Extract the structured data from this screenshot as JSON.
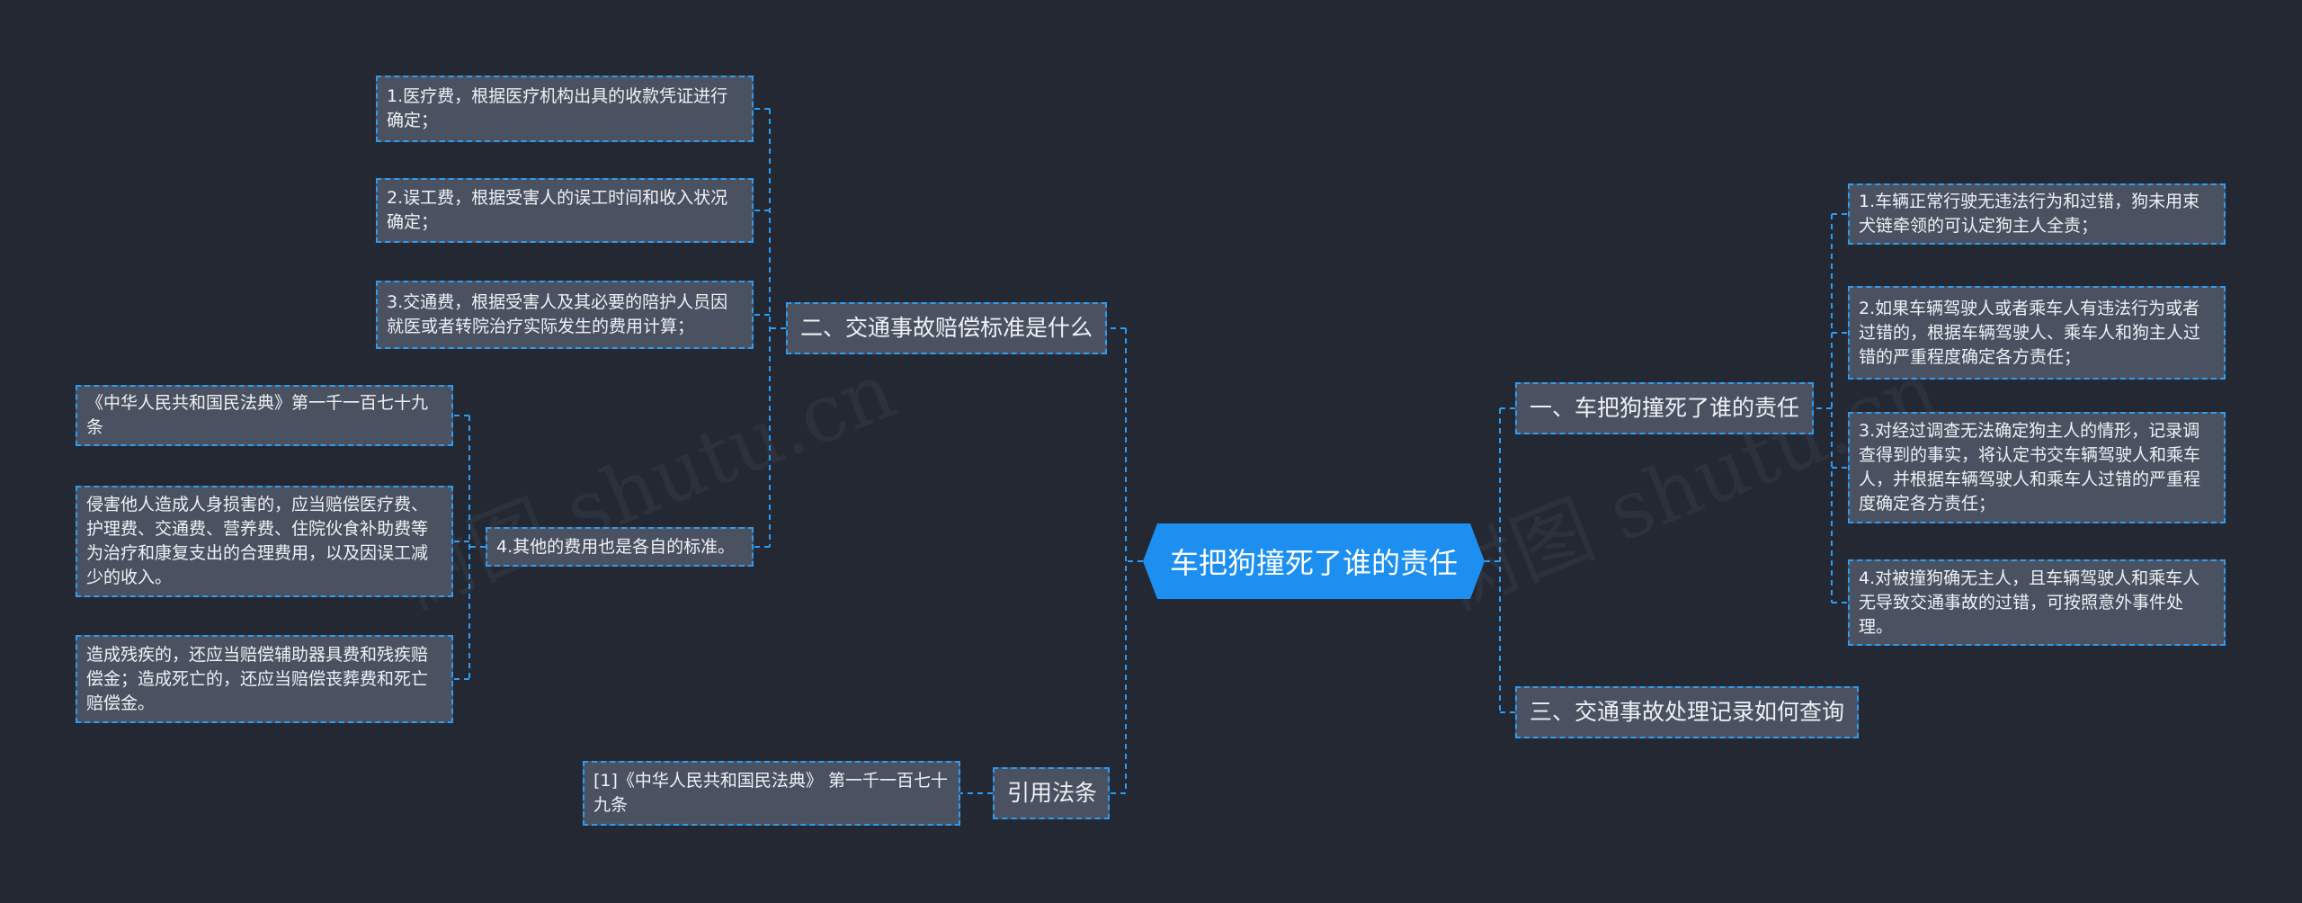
{
  "watermark": "树图 shutu.cn",
  "root": "车把狗撞死了谁的责任",
  "left": {
    "branch_compensation": {
      "label": "二、交通事故赔偿标准是什么",
      "items": [
        "1.医疗费，根据医疗机构出具的收款凭证进行确定；",
        "2.误工费，根据受害人的误工时间和收入状况确定；",
        "3.交通费，根据受害人及其必要的陪护人员因就医或者转院治疗实际发生的费用计算；",
        "4.其他的费用也是各自的标准。"
      ],
      "item4_children": [
        "《中华人民共和国民法典》第一千一百七十九条",
        "侵害他人造成人身损害的，应当赔偿医疗费、护理费、交通费、营养费、住院伙食补助费等为治疗和康复支出的合理费用，以及因误工减少的收入。",
        "造成残疾的，还应当赔偿辅助器具费和残疾赔偿金；造成死亡的，还应当赔偿丧葬费和死亡赔偿金。"
      ]
    },
    "branch_law": {
      "label": "引用法条",
      "items": [
        "[1]《中华人民共和国民法典》 第一千一百七十九条"
      ]
    }
  },
  "right": {
    "branch_responsibility": {
      "label": "一、车把狗撞死了谁的责任",
      "items": [
        "1.车辆正常行驶无违法行为和过错，狗未用束犬链牵领的可认定狗主人全责；",
        "2.如果车辆驾驶人或者乘车人有违法行为或者过错的，根据车辆驾驶人、乘车人和狗主人过错的严重程度确定各方责任；",
        "3.对经过调查无法确定狗主人的情形，记录调查得到的事实，将认定书交车辆驾驶人和乘车人，并根据车辆驾驶人和乘车人过错的严重程度确定各方责任；",
        "4.对被撞狗确无主人，且车辆驾驶人和乘车人无导致交通事故的过错，可按照意外事件处理。"
      ]
    },
    "branch_query": {
      "label": "三、交通事故处理记录如何查询"
    }
  }
}
